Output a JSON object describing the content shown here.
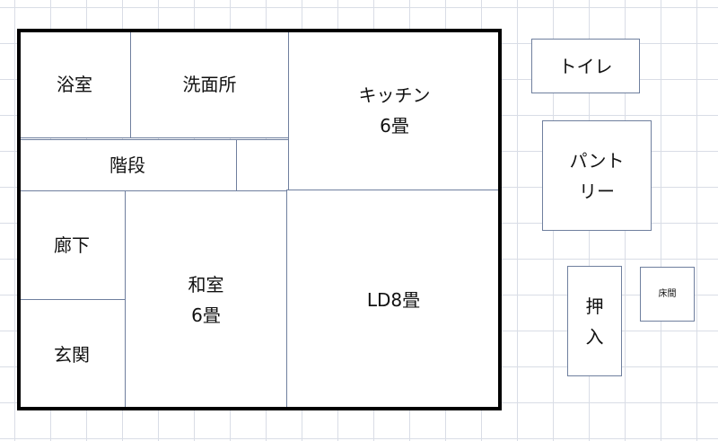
{
  "rooms": {
    "bath": "浴室",
    "washroom": "洗面所",
    "kitchen": "キッチン\n6畳",
    "stairs": "階段",
    "stairs_blank": "",
    "hallway": "廊下",
    "japanese_room": "和室\n6畳",
    "ldk": "LD8畳",
    "entrance": "玄関"
  },
  "annex": {
    "toilet": "トイレ",
    "pantry": "パント\nリー",
    "closet": "押\n入",
    "alcove": "床間"
  },
  "colors": {
    "wall": "#000000",
    "partition": "#6f7f9e",
    "grid": "#d9dde6"
  }
}
